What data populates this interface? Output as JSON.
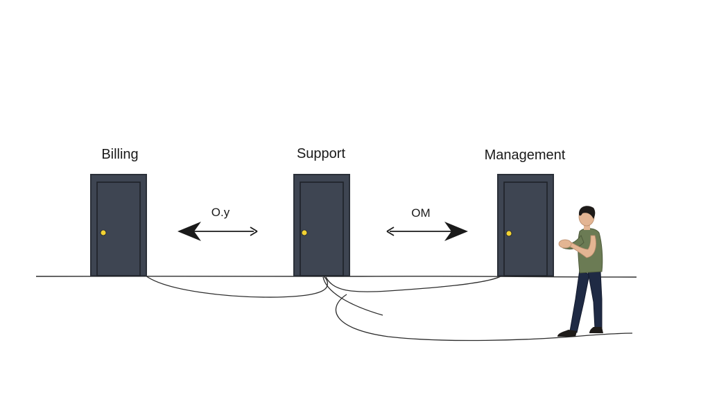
{
  "doors": [
    {
      "label": "Billing"
    },
    {
      "label": "Support"
    },
    {
      "label": "Management"
    }
  ],
  "arrows": [
    {
      "label": "O.y"
    },
    {
      "label": "OM"
    }
  ],
  "colors": {
    "door_fill": "#3e4552",
    "door_frame": "#2a2f38",
    "door_knob": "#f2d233",
    "line": "#2b2b2b",
    "shirt": "#6b7b54",
    "pants": "#1f2a44",
    "skin": "#e3b593",
    "hair": "#1e1b19"
  },
  "icons": [
    "door-icon",
    "double-arrow-icon",
    "person-figure"
  ]
}
